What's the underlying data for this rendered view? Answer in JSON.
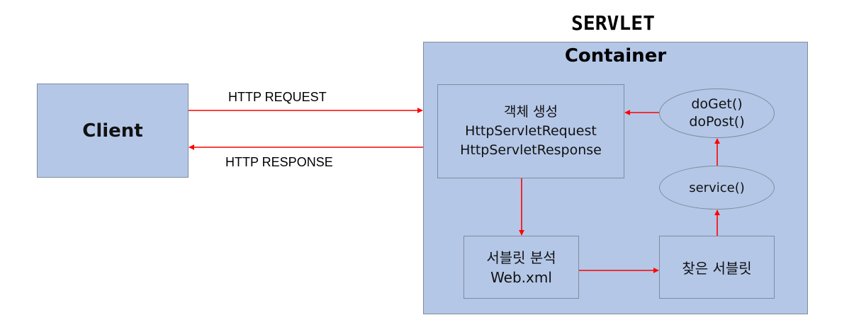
{
  "title": "SERVLET",
  "container": {
    "title": "Container"
  },
  "client": {
    "label": "Client"
  },
  "arrows": {
    "request_label": "HTTP REQUEST",
    "response_label": "HTTP RESPONSE",
    "color": "#ff0000"
  },
  "nodes": {
    "object_creation": {
      "lines": [
        "객체 생성",
        "HttpServletRequest",
        "HttpServletResponse"
      ]
    },
    "do_methods": {
      "lines": [
        "doGet()",
        "doPost()"
      ]
    },
    "service": {
      "label": "service()"
    },
    "servlet_analysis": {
      "lines": [
        "서블릿 분석",
        "Web.xml"
      ]
    },
    "found_servlet": {
      "label": "찾은 서블릿"
    }
  },
  "colors": {
    "box_fill": "#b4c7e7",
    "box_border": "#7f8c99"
  }
}
